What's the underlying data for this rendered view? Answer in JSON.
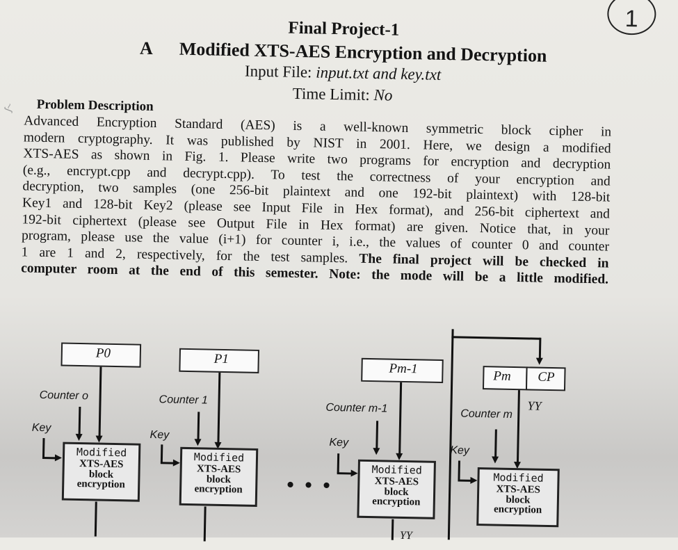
{
  "page_number": "1",
  "header": {
    "final_title": "Final Project-1",
    "section_letter": "A",
    "main_title": "Modified XTS-AES Encryption and Decryption",
    "input_label": "Input File:",
    "input_value": "input.txt and key.txt",
    "time_label": "Time Limit:",
    "time_value": "No"
  },
  "problem_heading": "Problem Description",
  "description_lines": [
    "Advanced Encryption Standard (AES) is a well-known symmetric block cipher in",
    "modern cryptography. It was published by NIST in 2001. Here, we design a modified",
    "XTS-AES as shown in Fig. 1. Please write two programs for encryption and decryption",
    "(e.g., encrypt.cpp and decrypt.cpp). To test the correctness of your encryption and",
    "decryption, two samples (one 256-bit plaintext and one 192-bit plaintext) with 128-bit",
    "Key1 and 128-bit Key2 (please see Input File in Hex format), and 256-bit ciphertext and",
    "192-bit ciphertext (please see Output File in Hex format) are given. Notice that, in your",
    "program, please use the value (i+1) for counter i, i.e., the values of counter 0 and counter",
    "1 are 1 and 2, respectively, for the test samples."
  ],
  "description_bold": "The final project will be checked in",
  "description_bold_lines": [
    "computer room at the end of this semester. Note: the mode will be a little modified."
  ],
  "diagram": {
    "blocks": [
      {
        "p_label": "P0",
        "counter": "Counter o",
        "key": "Key"
      },
      {
        "p_label": "P1",
        "counter": "Counter 1",
        "key": "Key"
      },
      {
        "p_label": "Pm-1",
        "counter": "Counter m-1",
        "key": "Key"
      },
      {
        "p_label": "Pm",
        "cp_label": "CP",
        "counter": "Counter m",
        "key": "Key",
        "yy": "YY"
      }
    ],
    "enc_line1": "Modified",
    "enc_line2": "XTS-AES",
    "enc_line3": "block",
    "enc_line4": "encryption",
    "ellipsis": "• • •",
    "bottom_yy": "YY"
  }
}
